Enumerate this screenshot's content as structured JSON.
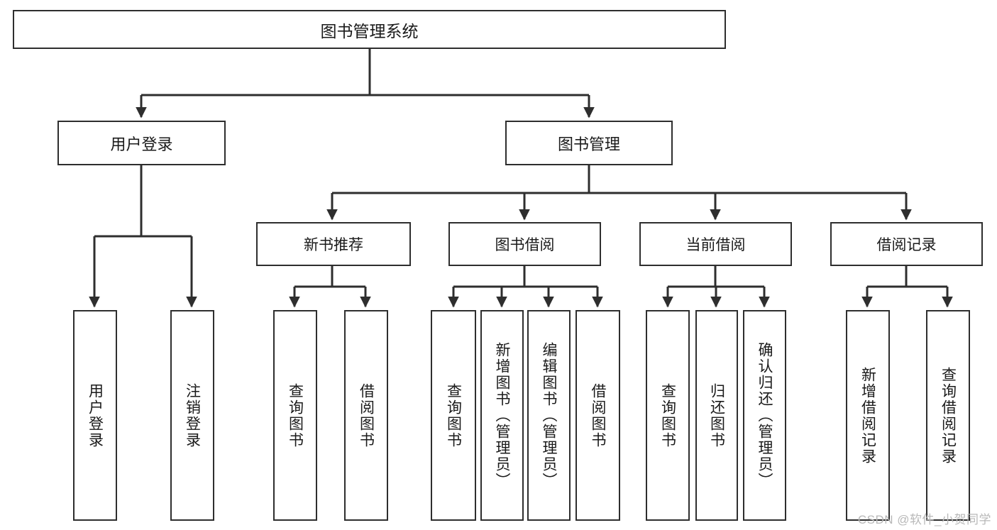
{
  "diagram": {
    "title": "图书管理系统",
    "type": "tree",
    "watermark": "CSDN @软件_小贺同学",
    "colors": {
      "box_border": "#2e2e2e",
      "box_fill": "#ffffff",
      "text": "#1a1a1a",
      "edge": "#2e2e2e",
      "watermark": "#b8b8b8",
      "page_background": "#ffffff"
    },
    "root": {
      "label": "图书管理系统"
    },
    "level1": [
      {
        "label": "用户登录"
      },
      {
        "label": "图书管理"
      }
    ],
    "level2": [
      {
        "label": "新书推荐"
      },
      {
        "label": "图书借阅"
      },
      {
        "label": "当前借阅"
      },
      {
        "label": "借阅记录"
      }
    ],
    "leaves": {
      "user_login": [
        {
          "label": "用户登录"
        },
        {
          "label": "注销登录"
        }
      ],
      "new_book_recommend": [
        {
          "label": "查询图书"
        },
        {
          "label": "借阅图书"
        }
      ],
      "book_borrow": [
        {
          "label": "查询图书"
        },
        {
          "label": "新增图书（管理员）"
        },
        {
          "label": "编辑图书（管理员）"
        },
        {
          "label": "借阅图书"
        }
      ],
      "current_borrow": [
        {
          "label": "查询图书"
        },
        {
          "label": "归还图书"
        },
        {
          "label": "确认归还（管理员）"
        }
      ],
      "borrow_record": [
        {
          "label": "新增借阅记录"
        },
        {
          "label": "查询借阅记录"
        }
      ]
    }
  }
}
